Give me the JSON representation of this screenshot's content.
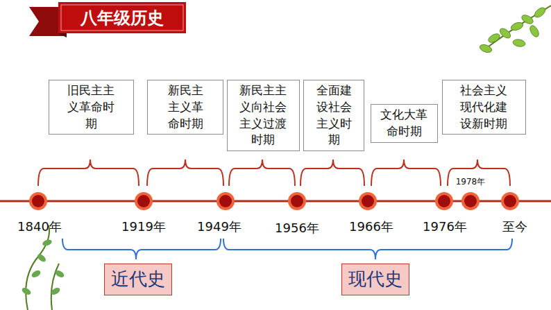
{
  "diagram": {
    "title": "八年级历史",
    "nodes": [
      {
        "text": [
          "旧民主主义革命时期"
        ]
      },
      {
        "text": [
          "新民主主义革命时期"
        ]
      },
      {
        "text": [
          "新民主主义向社会主义过渡时期"
        ]
      },
      {
        "text": [
          "全面建设社会主义时期"
        ]
      },
      {
        "text": [
          "文化大革命时期"
        ]
      },
      {
        "text": [
          "社会主义现代化建设新时期"
        ]
      },
      {
        "text": [
          "近代史"
        ]
      },
      {
        "text": [
          "现代史"
        ]
      }
    ],
    "labels": [
      "1840年",
      "1919年",
      "1949年",
      "1956年",
      "1966年",
      "1976年",
      "1978年",
      "至今"
    ]
  }
}
